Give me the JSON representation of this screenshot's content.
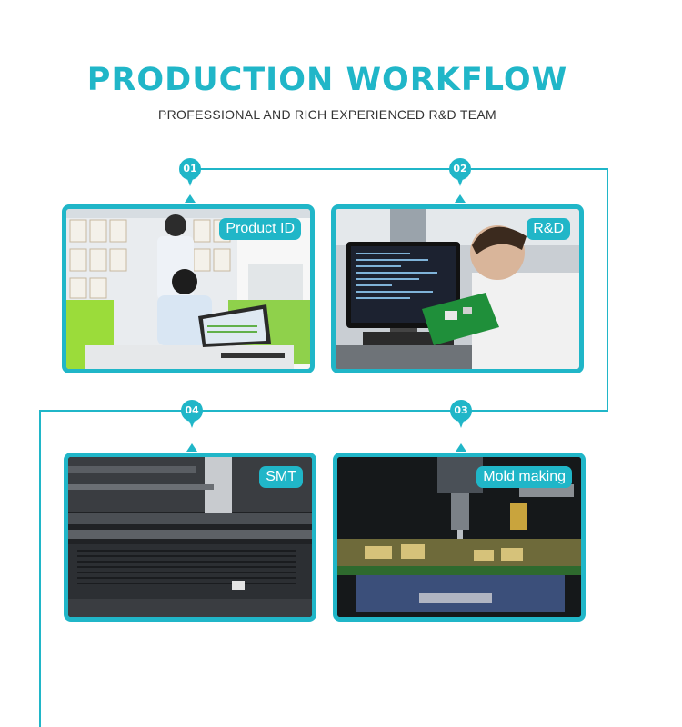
{
  "header": {
    "title": "PRODUCTION WORKFLOW",
    "subtitle": "PROFESSIONAL AND RICH EXPERIENCED R&D TEAM"
  },
  "steps": [
    {
      "number": "01",
      "label": "Product ID"
    },
    {
      "number": "02",
      "label": "R&D"
    },
    {
      "number": "03",
      "label": "Mold making"
    },
    {
      "number": "04",
      "label": "SMT"
    }
  ],
  "colors": {
    "accent": "#20b6c8"
  }
}
